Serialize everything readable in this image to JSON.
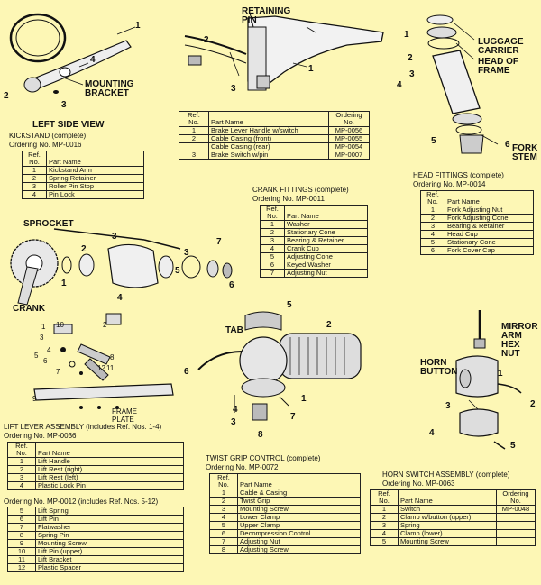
{
  "col_ref": "Ref. No.",
  "col_ref_a": "Ref.",
  "col_ref_b": "No.",
  "col_part": "Part Name",
  "col_order_a": "Ordering",
  "col_order_b": "No.",
  "kickstand": {
    "labels": [
      "1",
      "2",
      "3",
      "4"
    ],
    "mount_a": "MOUNTING",
    "mount_b": "BRACKET",
    "view": "LEFT SIDE VIEW",
    "title": "KICKSTAND (complete)",
    "order": "Ordering No. MP-0016",
    "rows": [
      {
        "ref": "1",
        "name": "Kickstand Arm"
      },
      {
        "ref": "2",
        "name": "Spring Retainer"
      },
      {
        "ref": "3",
        "name": "Roller Pin Stop"
      },
      {
        "ref": "4",
        "name": "Pin Lock"
      }
    ]
  },
  "brake": {
    "retaining_a": "RETAINING",
    "retaining_b": "PIN",
    "labels": [
      "1",
      "2",
      "3"
    ],
    "rows": [
      {
        "ref": "1",
        "name": "Brake Lever Handle w/switch",
        "order": "MP-0056"
      },
      {
        "ref": "2",
        "name": "Cable   Casing (front)",
        "order": "MP-0055"
      },
      {
        "ref": "",
        "name": "Cable   Casing (rear)",
        "order": "MP-0054"
      },
      {
        "ref": "3",
        "name": "Brake Switch w/pin",
        "order": "MP-0007"
      }
    ]
  },
  "head": {
    "luggage_a": "LUGGAGE",
    "luggage_b": "CARRIER",
    "hof_a": "HEAD OF",
    "hof_b": "FRAME",
    "fork_a": "FORK",
    "fork_b": "STEM",
    "labels": [
      "1",
      "2",
      "3",
      "4",
      "5",
      "6"
    ],
    "title": "HEAD FITTINGS (complete)",
    "order": "Ordering No. MP-0014",
    "rows": [
      {
        "ref": "1",
        "name": "Fork Adjusting Nut"
      },
      {
        "ref": "2",
        "name": "Fork Adjusting Cone"
      },
      {
        "ref": "3",
        "name": "Bearing & Retainer"
      },
      {
        "ref": "4",
        "name": "Head Cup"
      },
      {
        "ref": "5",
        "name": "Stationary Cone"
      },
      {
        "ref": "6",
        "name": "Fork Cover Cap"
      }
    ]
  },
  "crank": {
    "sprocket": "SPROCKET",
    "crank": "CRANK",
    "labels": [
      "1",
      "2",
      "3",
      "3",
      "4",
      "5",
      "6",
      "7"
    ],
    "title": "CRANK FITTINGS (complete)",
    "order": "Ordering No. MP-0011",
    "rows": [
      {
        "ref": "1",
        "name": "Washer"
      },
      {
        "ref": "2",
        "name": "Stationary Cone"
      },
      {
        "ref": "3",
        "name": "Bearing & Retainer"
      },
      {
        "ref": "4",
        "name": "Crank Cup"
      },
      {
        "ref": "5",
        "name": "Adjusting Cone"
      },
      {
        "ref": "6",
        "name": "Keyed Washer"
      },
      {
        "ref": "7",
        "name": "Adjusting Nut"
      }
    ]
  },
  "lift": {
    "frame_a": "FRAME",
    "frame_b": "PLATE",
    "labels": [
      "1",
      "2",
      "3",
      "4",
      "5",
      "6",
      "7",
      "8",
      "9",
      "10",
      "11",
      "12"
    ],
    "title": "LIFT LEVER ASSEMBLY (includes Ref. Nos. 1-4)",
    "order": "Ordering No. MP-0036",
    "order2": "Ordering No. MP-0012 (includes Ref. Nos. 5-12)",
    "rows1": [
      {
        "ref": "1",
        "name": "Lift Handle"
      },
      {
        "ref": "2",
        "name": "Lift Rest (right)"
      },
      {
        "ref": "3",
        "name": "Lift Rest (left)"
      },
      {
        "ref": "4",
        "name": "Plastic Lock Pin"
      }
    ],
    "rows2": [
      {
        "ref": "5",
        "name": "Lift Spring"
      },
      {
        "ref": "6",
        "name": "Lift Pin"
      },
      {
        "ref": "7",
        "name": "Flatwasher"
      },
      {
        "ref": "8",
        "name": "Spring Pin"
      },
      {
        "ref": "9",
        "name": "Mounting Screw"
      },
      {
        "ref": "10",
        "name": "Lift Pin (upper)"
      },
      {
        "ref": "11",
        "name": "Lift Bracket"
      },
      {
        "ref": "12",
        "name": "Plastic Spacer"
      }
    ]
  },
  "twist": {
    "tab": "TAB",
    "labels": [
      "1",
      "2",
      "3",
      "4",
      "5",
      "6",
      "7",
      "8"
    ],
    "title": "TWIST GRIP CONTROL (complete)",
    "order": "Ordering No. MP-0072",
    "rows": [
      {
        "ref": "1",
        "name": "Cable & Casing"
      },
      {
        "ref": "2",
        "name": "Twist Grip"
      },
      {
        "ref": "3",
        "name": "Mounting Screw"
      },
      {
        "ref": "4",
        "name": "Lower Clamp"
      },
      {
        "ref": "5",
        "name": "Upper Clamp"
      },
      {
        "ref": "6",
        "name": "Decompression Control"
      },
      {
        "ref": "7",
        "name": "Adjusting Nut"
      },
      {
        "ref": "8",
        "name": "Adjusting Screw"
      }
    ]
  },
  "horn": {
    "mirror_a": "MIRROR",
    "mirror_b": "ARM",
    "hex_a": "HEX",
    "hex_b": "NUT",
    "button_a": "HORN",
    "button_b": "BUTTON",
    "labels": [
      "1",
      "2",
      "3",
      "4",
      "5"
    ],
    "title": "HORN SWITCH ASSEMBLY (complete)",
    "order": "Ordering No. MP-0063",
    "rows": [
      {
        "ref": "1",
        "name": "Switch",
        "order": "MP-0048"
      },
      {
        "ref": "2",
        "name": "Clamp w/button (upper)",
        "order": ""
      },
      {
        "ref": "3",
        "name": "Spring",
        "order": ""
      },
      {
        "ref": "4",
        "name": "Clamp (lower)",
        "order": ""
      },
      {
        "ref": "5",
        "name": "Mounting Screw",
        "order": ""
      }
    ]
  }
}
